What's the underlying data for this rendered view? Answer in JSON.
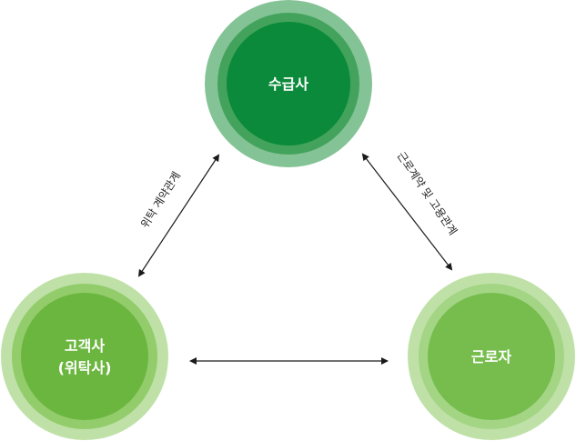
{
  "nodes": {
    "supplier": {
      "label": "수급사",
      "colors": {
        "outer": "#84c395",
        "mid": "#43a35c",
        "inner": "#0a8a3a"
      }
    },
    "client": {
      "label_line1": "고객사",
      "label_line2": "(위탁사)",
      "colors": {
        "outer": "#bfe1a8",
        "mid": "#92cc6b",
        "inner": "#6bb63f"
      }
    },
    "worker": {
      "label": "근로자",
      "colors": {
        "outer": "#bfe1a8",
        "mid": "#a3d585",
        "inner": "#76bd4d"
      }
    }
  },
  "edges": {
    "client_supplier": {
      "label": "위탁 계약관계"
    },
    "supplier_worker": {
      "label": "근로계약 및 고용관계"
    },
    "client_worker": {
      "label": ""
    }
  },
  "colors": {
    "arrow": "#1a1a1a",
    "label_text": "#ffffff"
  }
}
